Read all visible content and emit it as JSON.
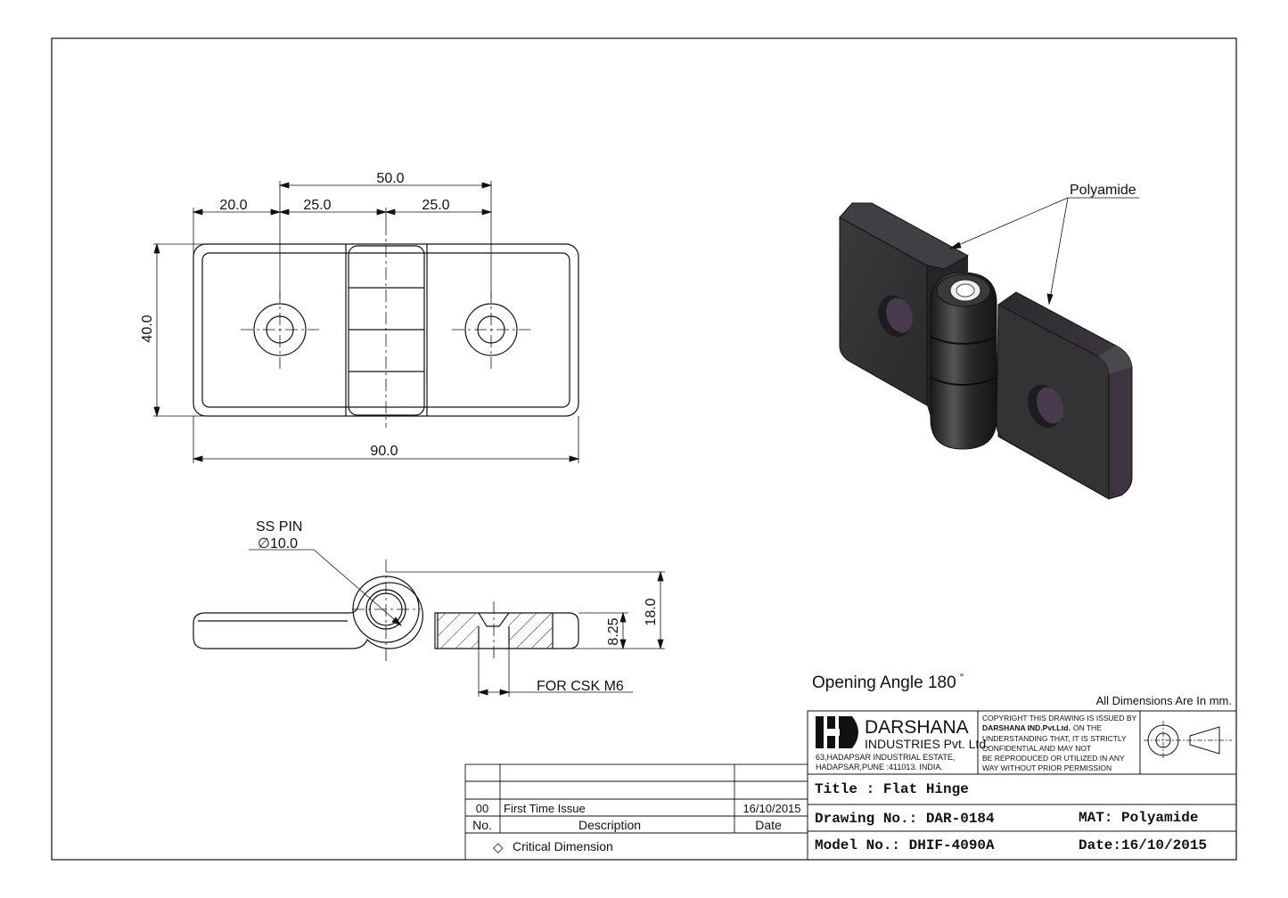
{
  "dimensions": {
    "overall_center": "50.0",
    "left_width": "20.0",
    "seg_a": "25.0",
    "seg_b": "25.0",
    "height": "40.0",
    "overall_length": "90.0",
    "total_thickness": "18.0",
    "leaf_offset": "8.25"
  },
  "callouts": {
    "ss_pin": "SS PIN",
    "pin_dia": "∅10.0",
    "csk": "FOR CSK M6",
    "material_label": "Polyamide"
  },
  "notes": {
    "opening_angle": "Opening Angle 180",
    "degree": "°",
    "all_dims": "All Dimensions Are In mm."
  },
  "company": {
    "name": "DARSHANA",
    "subname": "INDUSTRIES Pvt. Ltd.",
    "address1": "63,HADAPSAR INDUSTRIAL ESTATE,",
    "address2": "HADAPSAR,PUNE :411013. INDIA.",
    "copyright": [
      "COPYRIGHT THIS DRAWING IS ISSUED BY",
      "DARSHANA IND.Pvt.Ltd.",
      "ON THE",
      "UNDERSTANDING THAT, IT IS STRICTLY",
      "CONFIDENTIAL AND MAY NOT",
      "BE REPRODUCED OR UTILIZED IN ANY",
      "WAY WITHOUT PRIOR PERMISSION"
    ]
  },
  "title_block": {
    "title": "Title : Flat Hinge",
    "drawing_no": "Drawing No.: DAR-0184",
    "material": "MAT: Polyamide",
    "model_no": "Model No.: DHIF-4090A",
    "date": "Date:16/10/2015"
  },
  "revision": {
    "no": "00",
    "description": "First Time Issue",
    "date": "16/10/2015",
    "header_no": "No.",
    "header_desc": "Description",
    "header_date": "Date",
    "critical": "Critical Dimension",
    "critical_symbol": "◇"
  }
}
